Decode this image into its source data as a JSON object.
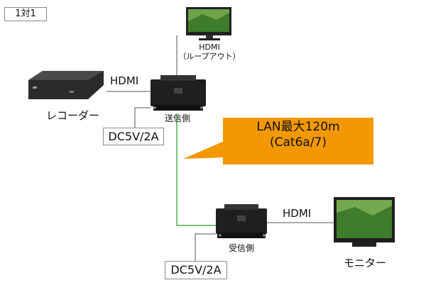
{
  "badge": "1対1",
  "recorder": {
    "label": "レコーダー"
  },
  "monitor_top": {
    "line1": "HDMI",
    "line2": "（ループアウト）"
  },
  "hdmi_label_left": "HDMI",
  "hdmi_label_right": "HDMI",
  "sender": {
    "label": "送信側"
  },
  "receiver": {
    "label": "受信側"
  },
  "power_sender": "DC5V/2A",
  "power_receiver": "DC5V/2A",
  "callout": {
    "line1": "LAN最大120m",
    "line2": "(Cat6a/7)",
    "color": "#f39800"
  },
  "monitor_bottom": {
    "label": "モニター"
  },
  "colors": {
    "lan_line": "#4caf50",
    "line": "#555555"
  }
}
